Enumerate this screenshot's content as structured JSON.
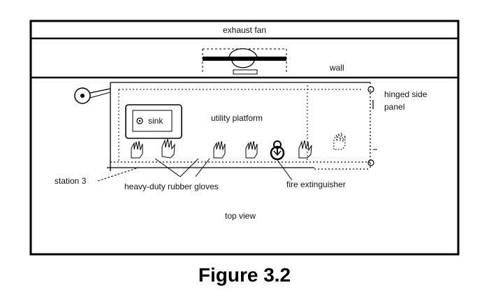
{
  "diagram": {
    "labels": {
      "exhaust_fan": "exhaust fan",
      "wall": "wall",
      "hinged_side_panel_line1": "hinged side",
      "hinged_side_panel_line2": "panel",
      "utility_platform": "utility platform",
      "sink": "sink",
      "station": "station 3",
      "gloves": "heavy-duty rubber gloves",
      "fire_extinguisher": "fire extinguisher",
      "top_view": "top view"
    }
  },
  "caption": "Figure 3.2"
}
